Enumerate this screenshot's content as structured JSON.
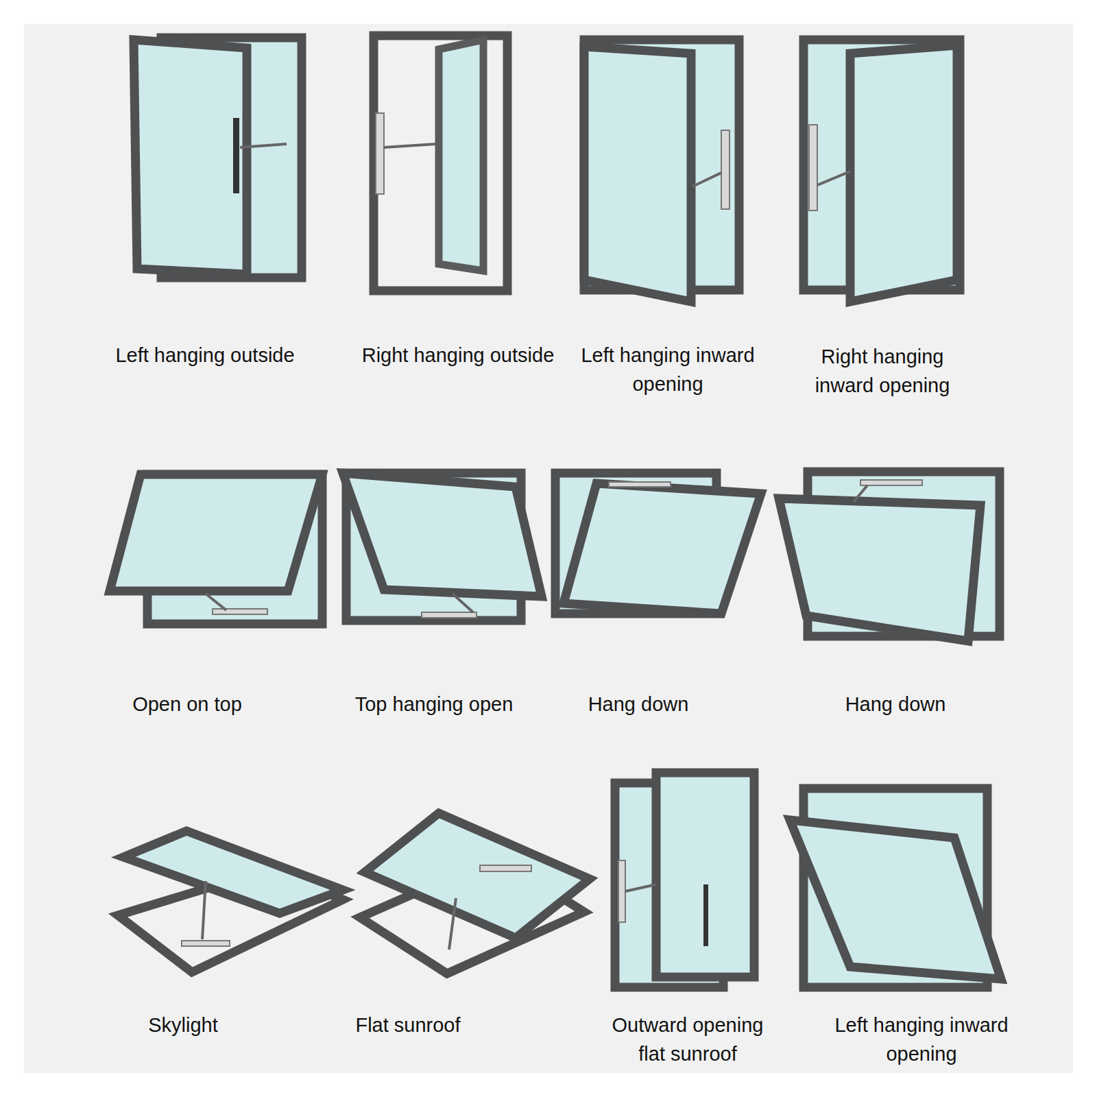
{
  "diagram": {
    "labels": [
      "Left hanging outside",
      "Right hanging outside",
      "Left hanging inward opening",
      "Right hanging inward opening",
      "Open on top",
      "Top hanging open",
      "Hang down",
      "Hang down",
      "Skylight",
      "Flat sunroof",
      "Outward opening flat sunroof",
      "Left hanging inward opening"
    ]
  }
}
